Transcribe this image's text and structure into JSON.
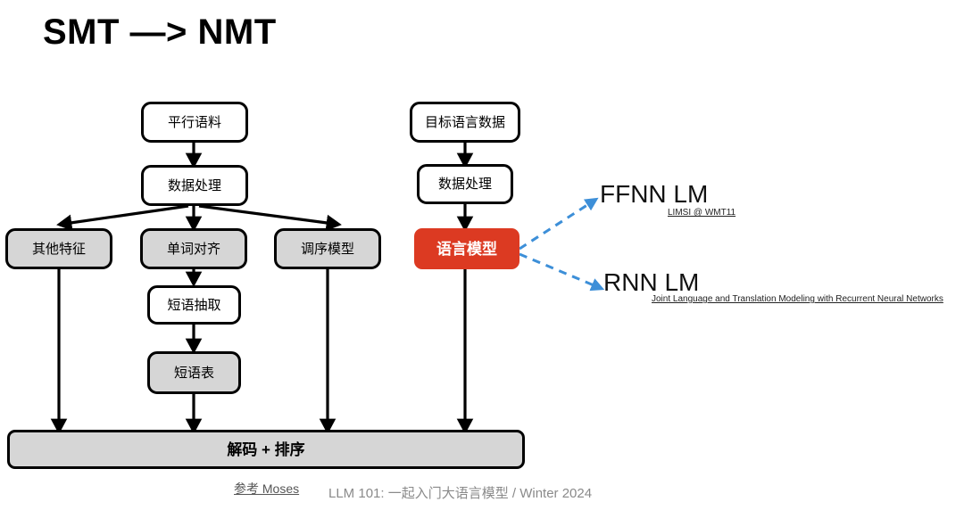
{
  "slide": {
    "title": "SMT —> NMT",
    "footer": "LLM 101: 一起入门大语言模型 / Winter 2024",
    "reference_link": "参考 Moses"
  },
  "colors": {
    "highlight_red": "#dc3a22",
    "node_gray": "#d6d6d6",
    "node_white": "#ffffff",
    "stroke_black": "#000000",
    "dashed_blue": "#3d8fd8",
    "footer_gray": "#8a8a8a"
  },
  "diagram": {
    "smt_pipeline": {
      "source_corpus": "平行语料",
      "preprocess": "数据处理",
      "other_features": "其他特征",
      "word_alignment": "单词对齐",
      "reordering_model": "调序模型",
      "phrase_extraction": "短语抽取",
      "phrase_table": "短语表"
    },
    "lm_pipeline": {
      "target_data": "目标语言数据",
      "preprocess": "数据处理",
      "language_model": "语言模型"
    },
    "decoder": "解码 + 排序",
    "branches": [
      {
        "title": "FFNN LM",
        "link": "LIMSI @ WMT11"
      },
      {
        "title": "RNN LM",
        "link": "Joint Language and Translation Modeling with Recurrent Neural Networks"
      }
    ]
  }
}
